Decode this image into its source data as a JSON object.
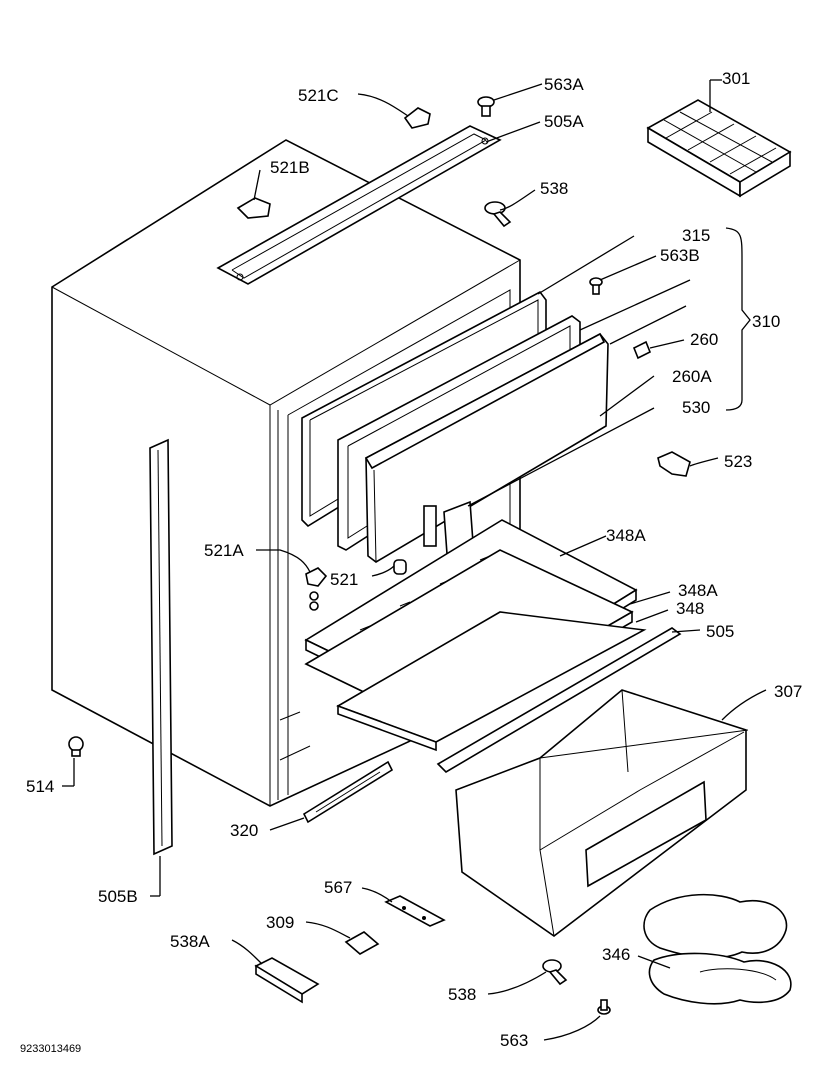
{
  "diagram": {
    "labels": {
      "p563A": "563A",
      "p521C": "521C",
      "p505A": "505A",
      "p301": "301",
      "p521B": "521B",
      "p538_top": "538",
      "p315": "315",
      "p563B": "563B",
      "p310": "310",
      "p260": "260",
      "p260A": "260A",
      "p530": "530",
      "p523": "523",
      "p348A_1": "348A",
      "p521A": "521A",
      "p521": "521",
      "p348A_2": "348A",
      "p348": "348",
      "p505": "505",
      "p307": "307",
      "p514": "514",
      "p320": "320",
      "p505B": "505B",
      "p567": "567",
      "p309": "309",
      "p538A": "538A",
      "p346": "346",
      "p538_bottom": "538",
      "p563": "563"
    },
    "document_number": "9233013469"
  }
}
